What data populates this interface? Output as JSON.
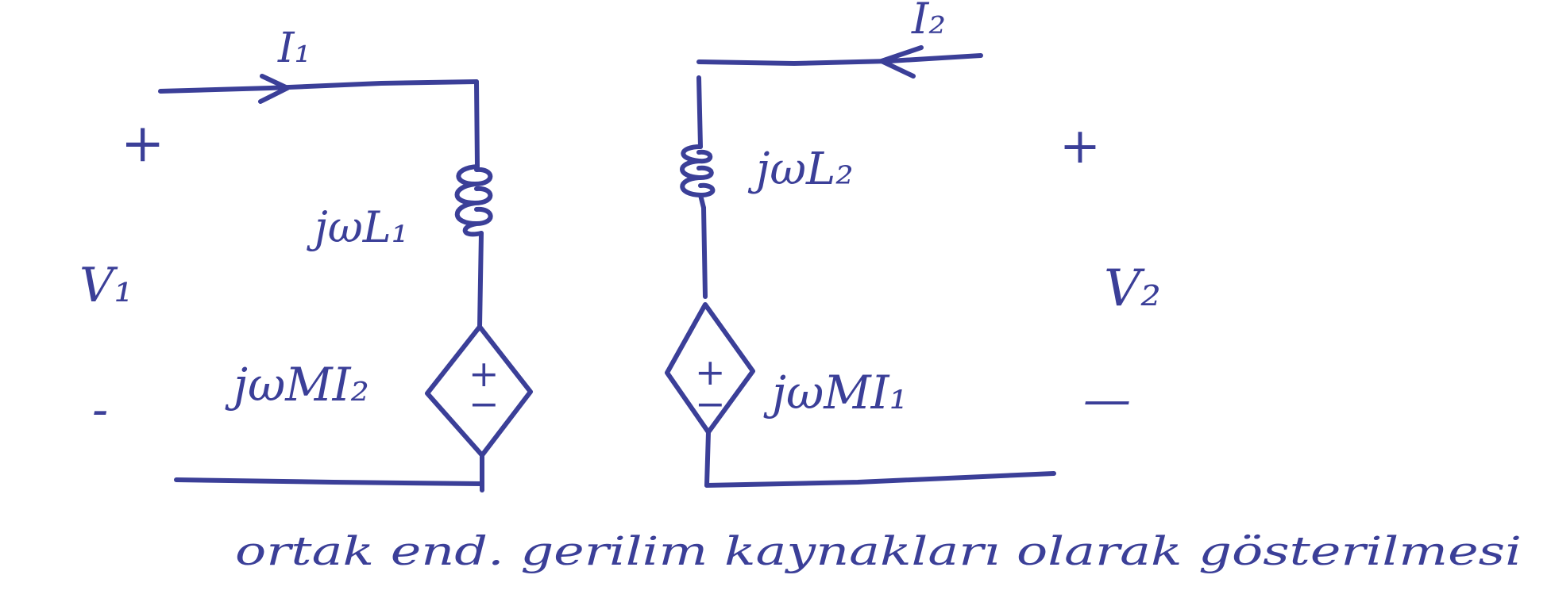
{
  "diagram": {
    "left": {
      "current_label": "I₁",
      "plus_label": "+",
      "minus_label": "-",
      "voltage_label": "V₁",
      "inductor_label": "jωL₁",
      "source_label": "jωMI₂",
      "source_plus": "+",
      "source_minus": "−"
    },
    "right": {
      "current_label": "I₂",
      "plus_label": "+",
      "minus_label": "—",
      "voltage_label": "V₂",
      "inductor_label": "jωL₂",
      "source_label": "jωMI₁",
      "source_plus": "+",
      "source_minus": "−"
    },
    "caption": "ortak end. gerilim kaynakları olarak gösterilmesi",
    "colors": {
      "ink": "#3b3f98",
      "background": "#ffffff"
    }
  }
}
